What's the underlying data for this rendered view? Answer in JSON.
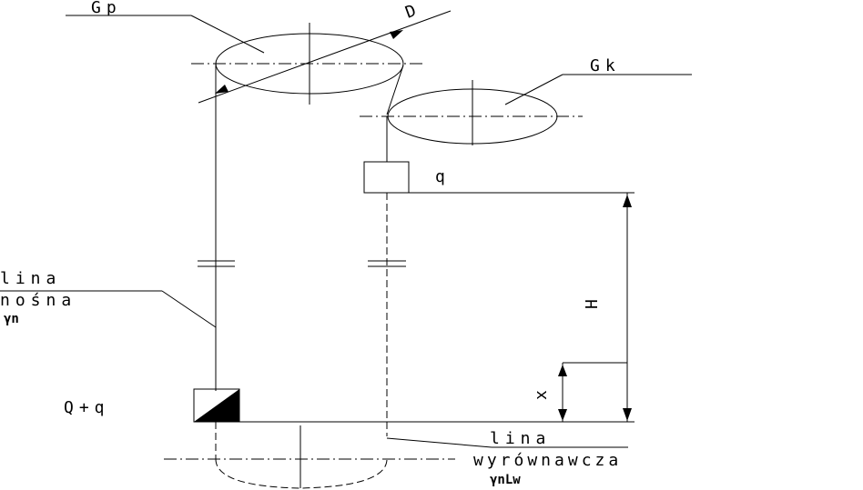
{
  "labels": {
    "gp": "Gp",
    "d": "D",
    "gk": "Gk",
    "q_small": "q",
    "h": "H",
    "x": "x",
    "lina_nosna_1": "lina",
    "lina_nosna_2": "nośna",
    "gamma_n": "γn",
    "q_plus_q": "Q+q",
    "lina_wyr_1": "lina",
    "lina_wyr_2": "wyrównawcza",
    "gamma_nlw": "γnLw"
  }
}
